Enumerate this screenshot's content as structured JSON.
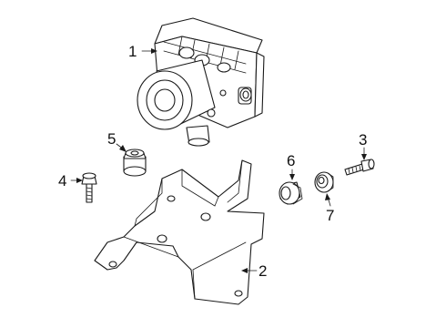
{
  "diagram": {
    "callouts": [
      {
        "id": "callout-1",
        "label": "1"
      },
      {
        "id": "callout-2",
        "label": "2"
      },
      {
        "id": "callout-3",
        "label": "3"
      },
      {
        "id": "callout-4",
        "label": "4"
      },
      {
        "id": "callout-5",
        "label": "5"
      },
      {
        "id": "callout-6",
        "label": "6"
      },
      {
        "id": "callout-7",
        "label": "7"
      }
    ],
    "parts": [
      {
        "ref": "1",
        "name": "abs-modulator-unit-icon"
      },
      {
        "ref": "2",
        "name": "mounting-bracket-icon"
      },
      {
        "ref": "3",
        "name": "bolt-icon"
      },
      {
        "ref": "4",
        "name": "bolt-icon"
      },
      {
        "ref": "5",
        "name": "grommet-icon"
      },
      {
        "ref": "6",
        "name": "insulator-icon"
      },
      {
        "ref": "7",
        "name": "nut-icon"
      }
    ]
  }
}
